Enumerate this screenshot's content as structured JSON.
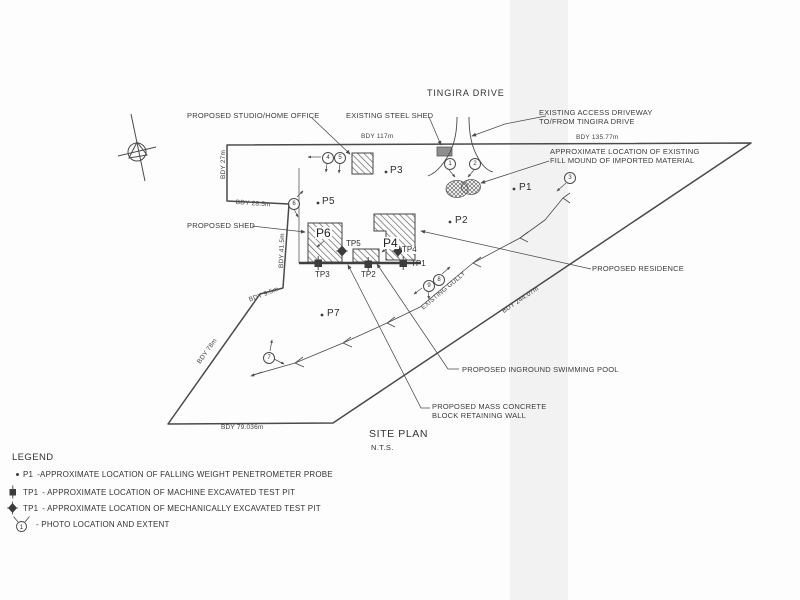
{
  "street_name": "TINGIRA DRIVE",
  "plan": {
    "title": "SITE PLAN",
    "scale": "N.T.S."
  },
  "annotations": {
    "studio": "PROPOSED STUDIO/HOME OFFICE",
    "steel_shed": "EXISTING STEEL SHED",
    "driveway_line1": "EXISTING ACCESS DRIVEWAY",
    "driveway_line2": "TO/FROM TINGIRA DRIVE",
    "fill_mound_line1": "APPROXIMATE LOCATION OF EXISTING",
    "fill_mound_line2": "FILL MOUND OF IMPORTED MATERIAL",
    "shed": "PROPOSED SHED",
    "residence": "PROPOSED RESIDENCE",
    "pool": "PROPOSED INGROUND SWIMMING POOL",
    "retaining_wall_line1": "PROPOSED MASS CONCRETE",
    "retaining_wall_line2": "BLOCK RETAINING WALL",
    "gully": "EXISTING GULLY"
  },
  "boundaries": {
    "top1": "BDY 117m",
    "top2": "BDY 135.77m",
    "left_upper": "BDY 27m",
    "left_step": "BDY 28.5m",
    "left_mid": "BDY 41.5m",
    "left_small": "BDY 9.5m",
    "left_lower": "BDY 78m",
    "bottom": "BDY 79.036m",
    "diagonal": "BDY 244.07m"
  },
  "probes": [
    {
      "label": "P1"
    },
    {
      "label": "P2"
    },
    {
      "label": "P3"
    },
    {
      "label": "P4"
    },
    {
      "label": "P5"
    },
    {
      "label": "P6"
    },
    {
      "label": "P7"
    }
  ],
  "test_pits": [
    {
      "label": "TP1"
    },
    {
      "label": "TP2"
    },
    {
      "label": "TP3"
    },
    {
      "label": "TP4"
    },
    {
      "label": "TP5"
    }
  ],
  "photo_markers": [
    "1",
    "2",
    "3",
    "4",
    "5",
    "6",
    "7",
    "8",
    "9"
  ],
  "legend": {
    "title": "LEGEND",
    "items": [
      {
        "key": "P1",
        "text": "-APPROXIMATE LOCATION OF FALLING WEIGHT PENETROMETER PROBE"
      },
      {
        "key": "TP1",
        "text": "- APPROXIMATE LOCATION OF MACHINE EXCAVATED TEST PIT"
      },
      {
        "key": "TP1",
        "text": "- APPROXIMATE LOCATION OF MECHANICALLY EXCAVATED TEST PIT"
      },
      {
        "key": "",
        "text": "- PHOTO LOCATION AND EXTENT"
      }
    ]
  },
  "colors": {
    "line": "#4a4a4a",
    "text": "#3b3b3b",
    "shed_fill": "#8e8e8e"
  }
}
